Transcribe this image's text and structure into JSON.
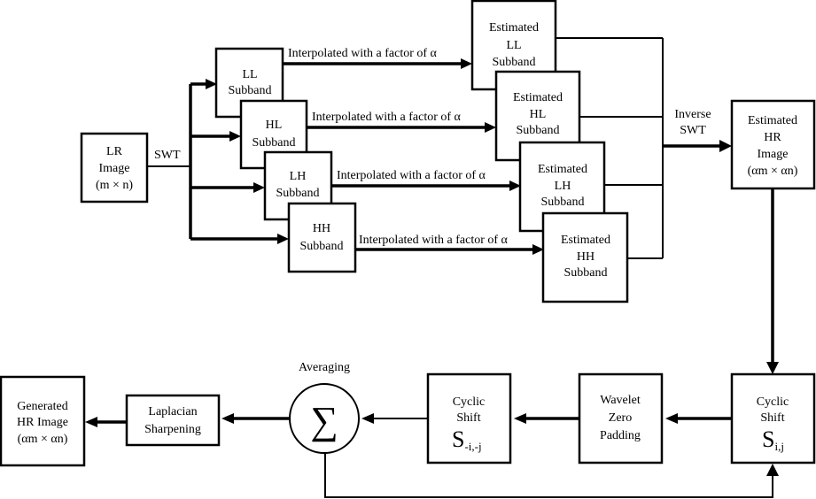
{
  "diagram": {
    "lr_image": [
      "LR",
      "Image",
      "(m × n)"
    ],
    "swt_label": "SWT",
    "subbands": [
      {
        "id": "ll",
        "lines": [
          "LL",
          "Subband"
        ]
      },
      {
        "id": "hl",
        "lines": [
          "HL",
          "Subband"
        ]
      },
      {
        "id": "lh",
        "lines": [
          "LH",
          "Subband"
        ]
      },
      {
        "id": "hh",
        "lines": [
          "HH",
          "Subband"
        ]
      }
    ],
    "interp_label": "Interpolated with a factor of α",
    "estimated": [
      {
        "id": "ll",
        "lines": [
          "Estimated",
          "LL",
          "Subband"
        ]
      },
      {
        "id": "hl",
        "lines": [
          "Estimated",
          "HL",
          "Subband"
        ]
      },
      {
        "id": "lh",
        "lines": [
          "Estimated",
          "LH",
          "Subband"
        ]
      },
      {
        "id": "hh",
        "lines": [
          "Estimated",
          "HH",
          "Subband"
        ]
      }
    ],
    "inverse_swt": [
      "Inverse",
      "SWT"
    ],
    "estimated_hr": [
      "Estimated",
      "HR",
      "Image",
      "(αm × αn)"
    ],
    "cyclic_shift": {
      "lines": [
        "Cyclic",
        "Shift"
      ],
      "symbol": "S",
      "subscript": "i,j"
    },
    "wavelet_zero_padding": [
      "Wavelet",
      "Zero",
      "Padding"
    ],
    "cyclic_shift_inverse": {
      "lines": [
        "Cyclic",
        "Shift"
      ],
      "symbol": "S",
      "subscript": "-i,-j"
    },
    "averaging_label": "Averaging",
    "sum_symbol": "∑",
    "laplacian": [
      "Laplacian",
      "Sharpening"
    ],
    "generated_hr": [
      "Generated",
      "HR Image",
      "(αm × αn)"
    ]
  }
}
